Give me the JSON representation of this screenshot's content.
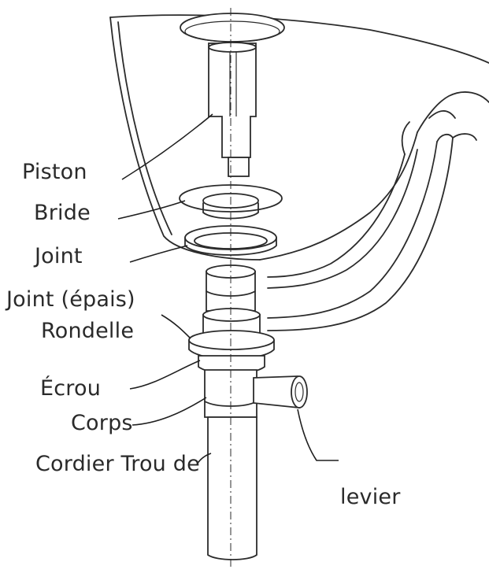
{
  "labels": {
    "piston": "Piston",
    "bride": "Bride",
    "joint": "Joint",
    "joint_epais": "Joint (épais)",
    "rondelle": "Rondelle",
    "ecrou": "Écrou",
    "corps": "Corps",
    "cordier_trou": "Cordier Trou de",
    "levier": "levier"
  }
}
